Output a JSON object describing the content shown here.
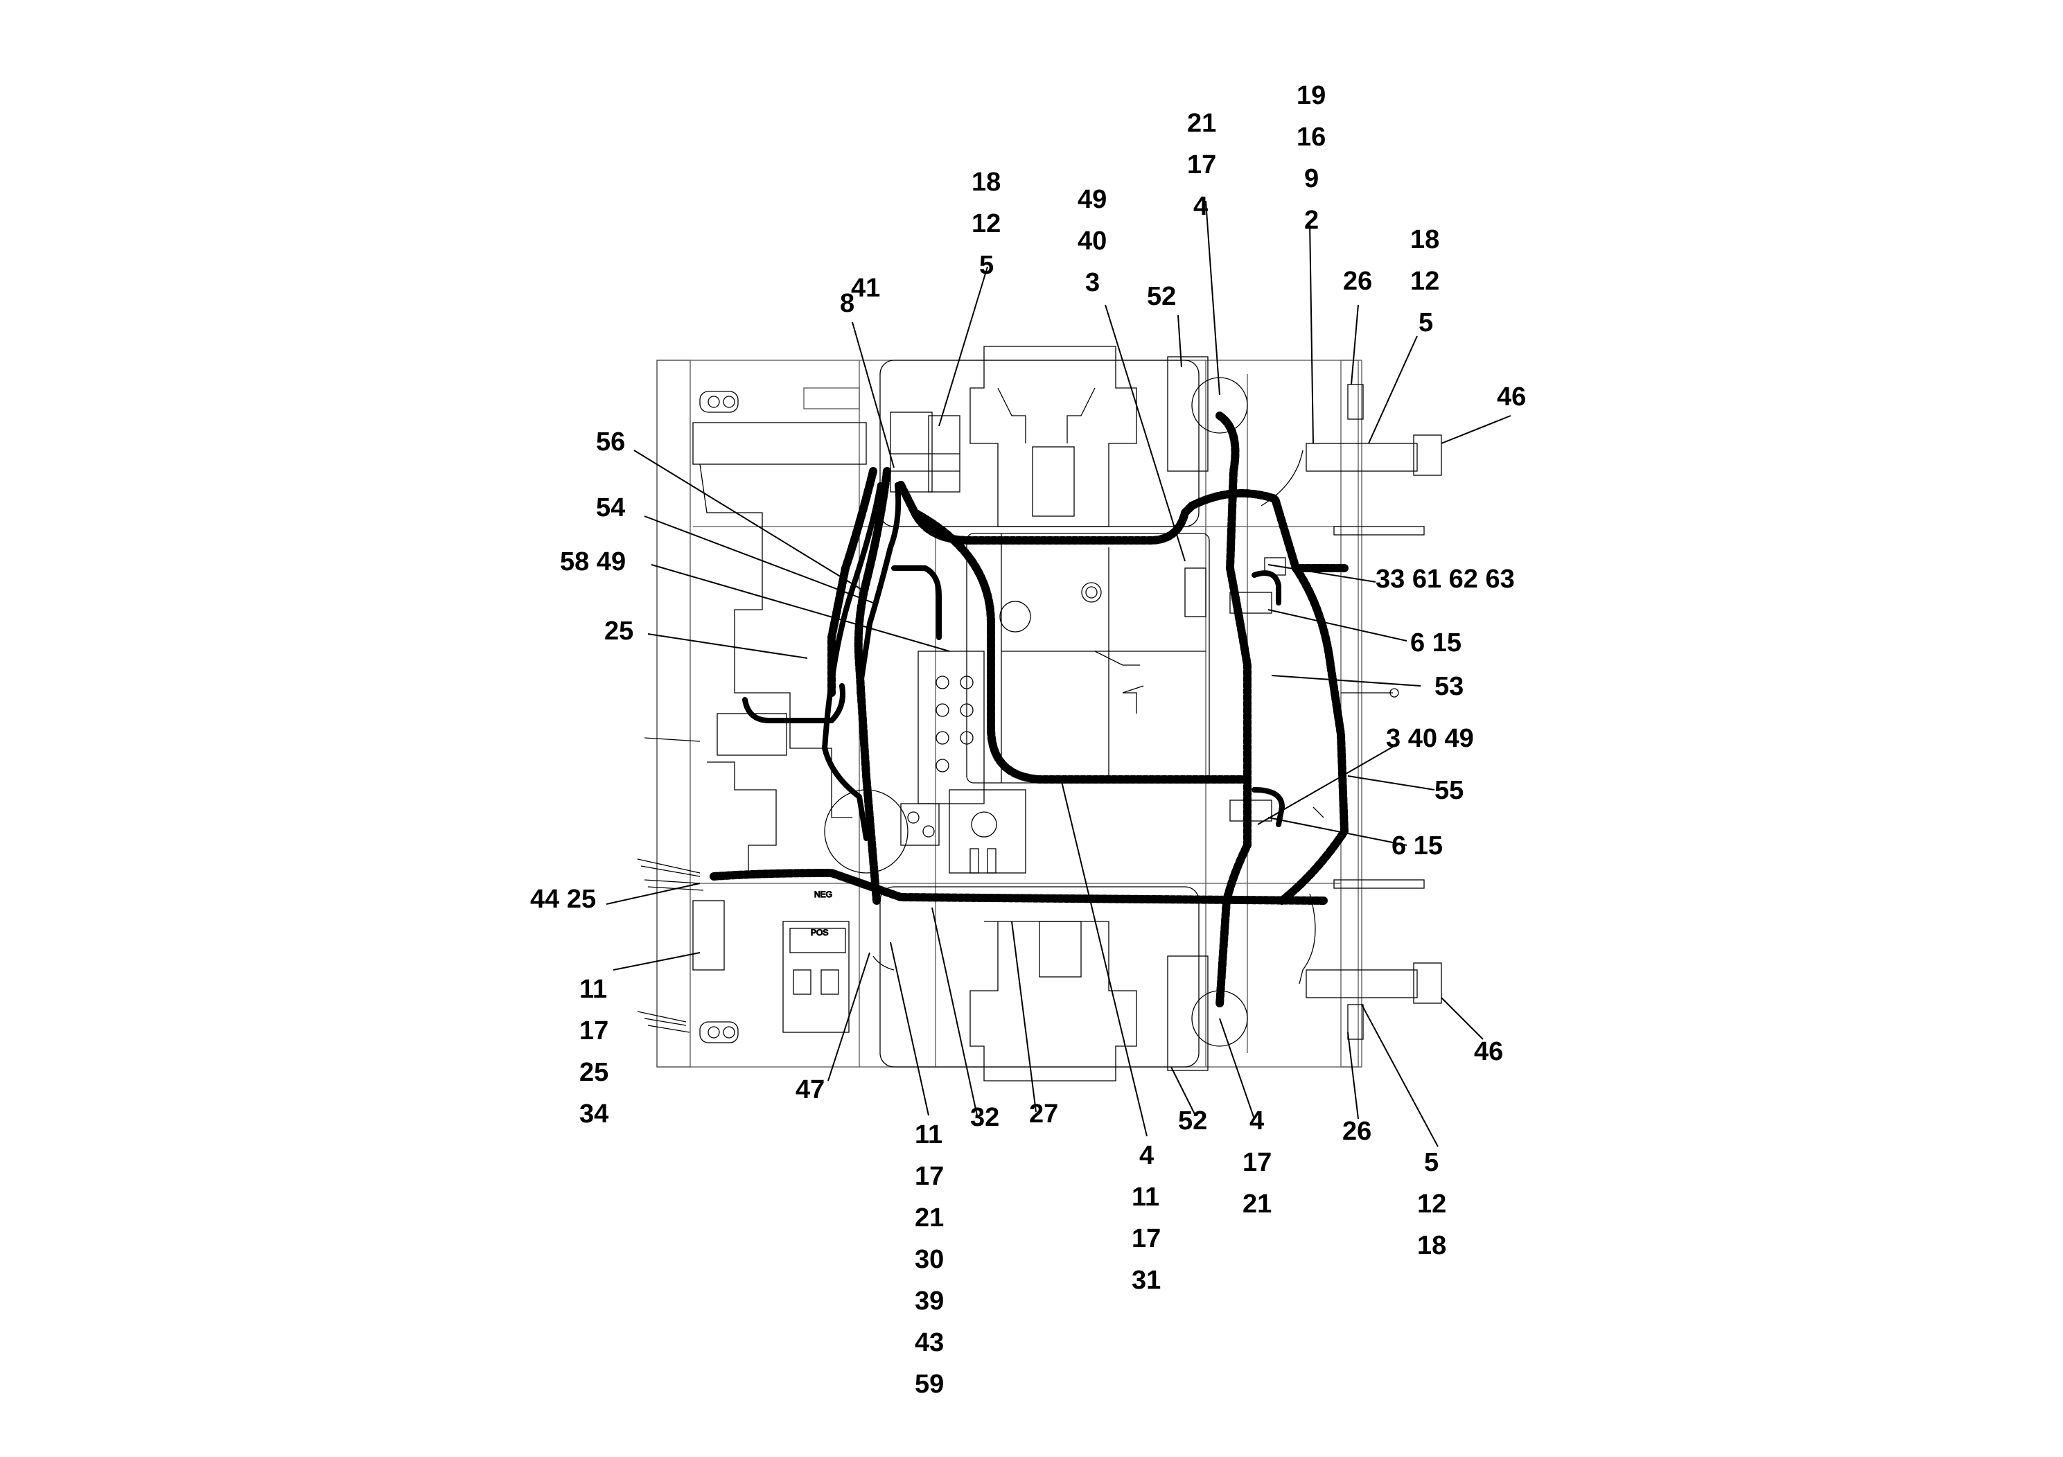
{
  "callouts": [
    {
      "id": "c01",
      "text": "19"
    },
    {
      "id": "c02",
      "text": "16"
    },
    {
      "id": "c03",
      "text": "9"
    },
    {
      "id": "c04",
      "text": "2"
    },
    {
      "id": "c05",
      "text": "21"
    },
    {
      "id": "c06",
      "text": "17"
    },
    {
      "id": "c07",
      "text": "4"
    },
    {
      "id": "c08",
      "text": "18"
    },
    {
      "id": "c09",
      "text": "12"
    },
    {
      "id": "c10",
      "text": "5"
    },
    {
      "id": "c11",
      "text": "49"
    },
    {
      "id": "c12",
      "text": "40"
    },
    {
      "id": "c13",
      "text": "3"
    },
    {
      "id": "c14",
      "text": "18"
    },
    {
      "id": "c15",
      "text": "12"
    },
    {
      "id": "c16",
      "text": "5"
    },
    {
      "id": "c17",
      "text": "26"
    },
    {
      "id": "c18",
      "text": "52"
    },
    {
      "id": "c19",
      "text": "41"
    },
    {
      "id": "c20",
      "text": "8"
    },
    {
      "id": "c21",
      "text": "46"
    },
    {
      "id": "c22",
      "text": "56"
    },
    {
      "id": "c23",
      "text": "54"
    },
    {
      "id": "c24",
      "text": "58 49"
    },
    {
      "id": "c25",
      "text": "25"
    },
    {
      "id": "c26",
      "text": "33 61 62 63"
    },
    {
      "id": "c27",
      "text": "6  15"
    },
    {
      "id": "c28",
      "text": "53"
    },
    {
      "id": "c29",
      "text": "3  40 49"
    },
    {
      "id": "c30",
      "text": "55"
    },
    {
      "id": "c31",
      "text": "6  15"
    },
    {
      "id": "c32",
      "text": "44 25"
    },
    {
      "id": "c33",
      "text": "11"
    },
    {
      "id": "c34",
      "text": "17"
    },
    {
      "id": "c35",
      "text": "25"
    },
    {
      "id": "c36",
      "text": "34"
    },
    {
      "id": "c37",
      "text": "47"
    },
    {
      "id": "c38",
      "text": "11"
    },
    {
      "id": "c39",
      "text": "17"
    },
    {
      "id": "c40",
      "text": "21"
    },
    {
      "id": "c41",
      "text": "30"
    },
    {
      "id": "c42",
      "text": "39"
    },
    {
      "id": "c43",
      "text": "43"
    },
    {
      "id": "c44",
      "text": "59"
    },
    {
      "id": "c45",
      "text": "32"
    },
    {
      "id": "c46",
      "text": "27"
    },
    {
      "id": "c47",
      "text": "4"
    },
    {
      "id": "c48",
      "text": "11"
    },
    {
      "id": "c49",
      "text": "17"
    },
    {
      "id": "c50",
      "text": "31"
    },
    {
      "id": "c51",
      "text": "52"
    },
    {
      "id": "c52",
      "text": "4"
    },
    {
      "id": "c53",
      "text": "17"
    },
    {
      "id": "c54",
      "text": "21"
    },
    {
      "id": "c55",
      "text": "26"
    },
    {
      "id": "c56",
      "text": "46"
    },
    {
      "id": "c57",
      "text": "5"
    },
    {
      "id": "c58",
      "text": "12"
    },
    {
      "id": "c59",
      "text": "18"
    }
  ],
  "component_labels": {
    "neg": "NEG",
    "pos": "POS"
  }
}
